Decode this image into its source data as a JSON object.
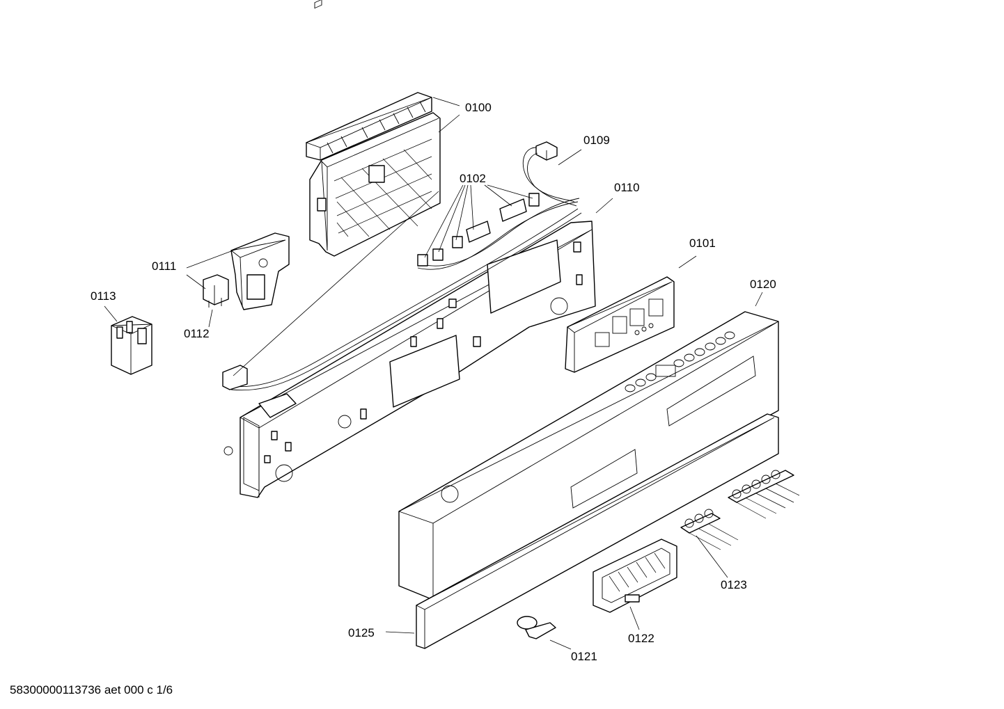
{
  "labels": {
    "p0100": "0100",
    "p0109": "0109",
    "p0102": "0102",
    "p0110": "0110",
    "p0111": "0111",
    "p0101": "0101",
    "p0113": "0113",
    "p0120": "0120",
    "p0112": "0112",
    "p0123": "0123",
    "p0125": "0125",
    "p0122": "0122",
    "p0121": "0121"
  },
  "footer": "58300000113736 aet 000 c 1/6"
}
